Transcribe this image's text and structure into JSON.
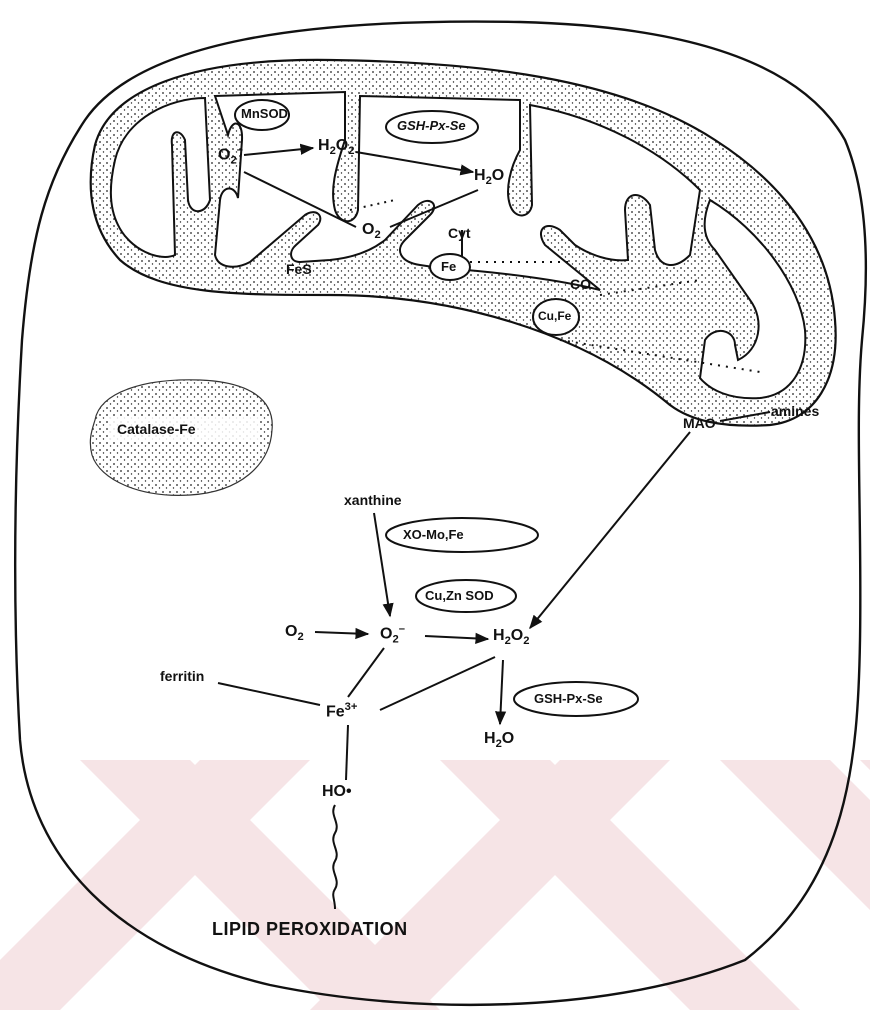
{
  "mito": {
    "mnsod": "MnSOD",
    "gsh_px_se": "GSH-Px-Se",
    "o2_superoxide": "O",
    "o2_sub": "2",
    "o2_sup": "–",
    "h2o2_h": "H",
    "h2o2_sub1": "2",
    "h2o2_o": "O",
    "h2o2_sub2": "2",
    "h2o_h": "H",
    "h2o_sub": "2",
    "h2o_o": "O",
    "o2_inner": "O",
    "o2_inner_sub": "2",
    "cyt": "Cyt",
    "fe": "Fe",
    "fes": "FeS",
    "co": "CO",
    "cufe": "Cu,Fe",
    "mao": "MAO",
    "amines": "amines"
  },
  "cytosol": {
    "catalase": "Catalase-Fe",
    "xanthine": "xanthine",
    "xo": "XO-Mo,Fe",
    "cuzn_sod": "Cu,Zn SOD",
    "o2": "O",
    "o2_sub": "2",
    "o2_super": "O",
    "o2_super_sub": "2",
    "o2_super_sup": "–",
    "h2o2_h": "H",
    "h2o2_sub1": "2",
    "h2o2_o": "O",
    "h2o2_sub2": "2",
    "ferritin": "ferritin",
    "fe3": "Fe",
    "fe3_sup": "3+",
    "gsh": "GSH-Px-Se",
    "h2o_h": "H",
    "h2o_sub": "2",
    "h2o_o": "O",
    "ho": "HO",
    "ho_dot": "•",
    "lipid": "LIPID PEROXIDATION"
  }
}
